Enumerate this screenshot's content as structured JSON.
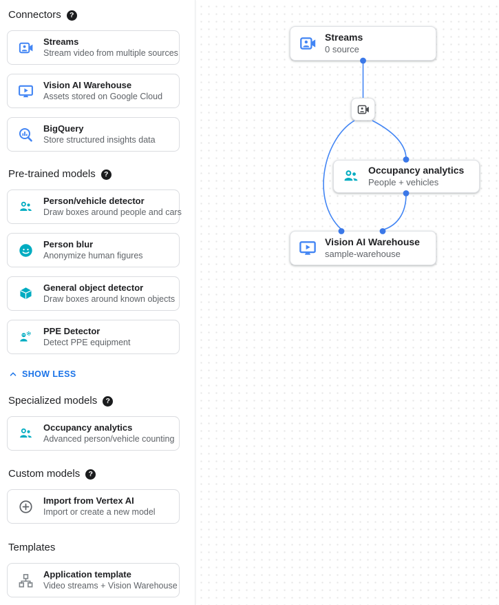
{
  "colors": {
    "blue": "#4285f4",
    "edge_blue": "#4285f4",
    "dot_blue": "#3b78e8",
    "teal": "#00acc1",
    "icon_gray": "#5f6368",
    "link_blue": "#1a73e8"
  },
  "help_glyph": "?",
  "sidebar": {
    "show_less_label": "SHOW LESS",
    "sections": [
      {
        "label": "Connectors",
        "has_help": true,
        "items": [
          {
            "icon": "video-camera-icon",
            "title": "Streams",
            "subtitle": "Stream video from multiple sources"
          },
          {
            "icon": "warehouse-monitor-icon",
            "title": "Vision AI Warehouse",
            "subtitle": "Assets stored on Google Cloud"
          },
          {
            "icon": "bigquery-icon",
            "title": "BigQuery",
            "subtitle": "Store structured insights data"
          }
        ]
      },
      {
        "label": "Pre-trained models",
        "has_help": true,
        "items": [
          {
            "icon": "people-icon",
            "title": "Person/vehicle detector",
            "subtitle": "Draw boxes around people and cars"
          },
          {
            "icon": "face-icon",
            "title": "Person blur",
            "subtitle": "Anonymize human figures"
          },
          {
            "icon": "cube-icon",
            "title": "General object detector",
            "subtitle": "Draw boxes around known objects"
          },
          {
            "icon": "ppe-icon",
            "title": "PPE Detector",
            "subtitle": "Detect PPE equipment"
          }
        ]
      },
      {
        "label": "Specialized models",
        "has_help": true,
        "items": [
          {
            "icon": "people-icon",
            "title": "Occupancy analytics",
            "subtitle": "Advanced person/vehicle counting"
          }
        ]
      },
      {
        "label": "Custom models",
        "has_help": true,
        "items": [
          {
            "icon": "plus-circle-icon",
            "title": "Import from Vertex AI",
            "subtitle": "Import or create a new model"
          }
        ]
      },
      {
        "label": "Templates",
        "has_help": false,
        "items": [
          {
            "icon": "tree-icon",
            "title": "Application template",
            "subtitle": "Video streams + Vision Warehouse"
          }
        ]
      }
    ]
  },
  "canvas": {
    "nodes": [
      {
        "id": "streams",
        "title": "Streams",
        "subtitle": "0 source"
      },
      {
        "id": "camera"
      },
      {
        "id": "occupancy",
        "title": "Occupancy analytics",
        "subtitle": "People + vehicles"
      },
      {
        "id": "warehouse",
        "title": "Vision AI Warehouse",
        "subtitle": "sample-warehouse"
      }
    ]
  }
}
